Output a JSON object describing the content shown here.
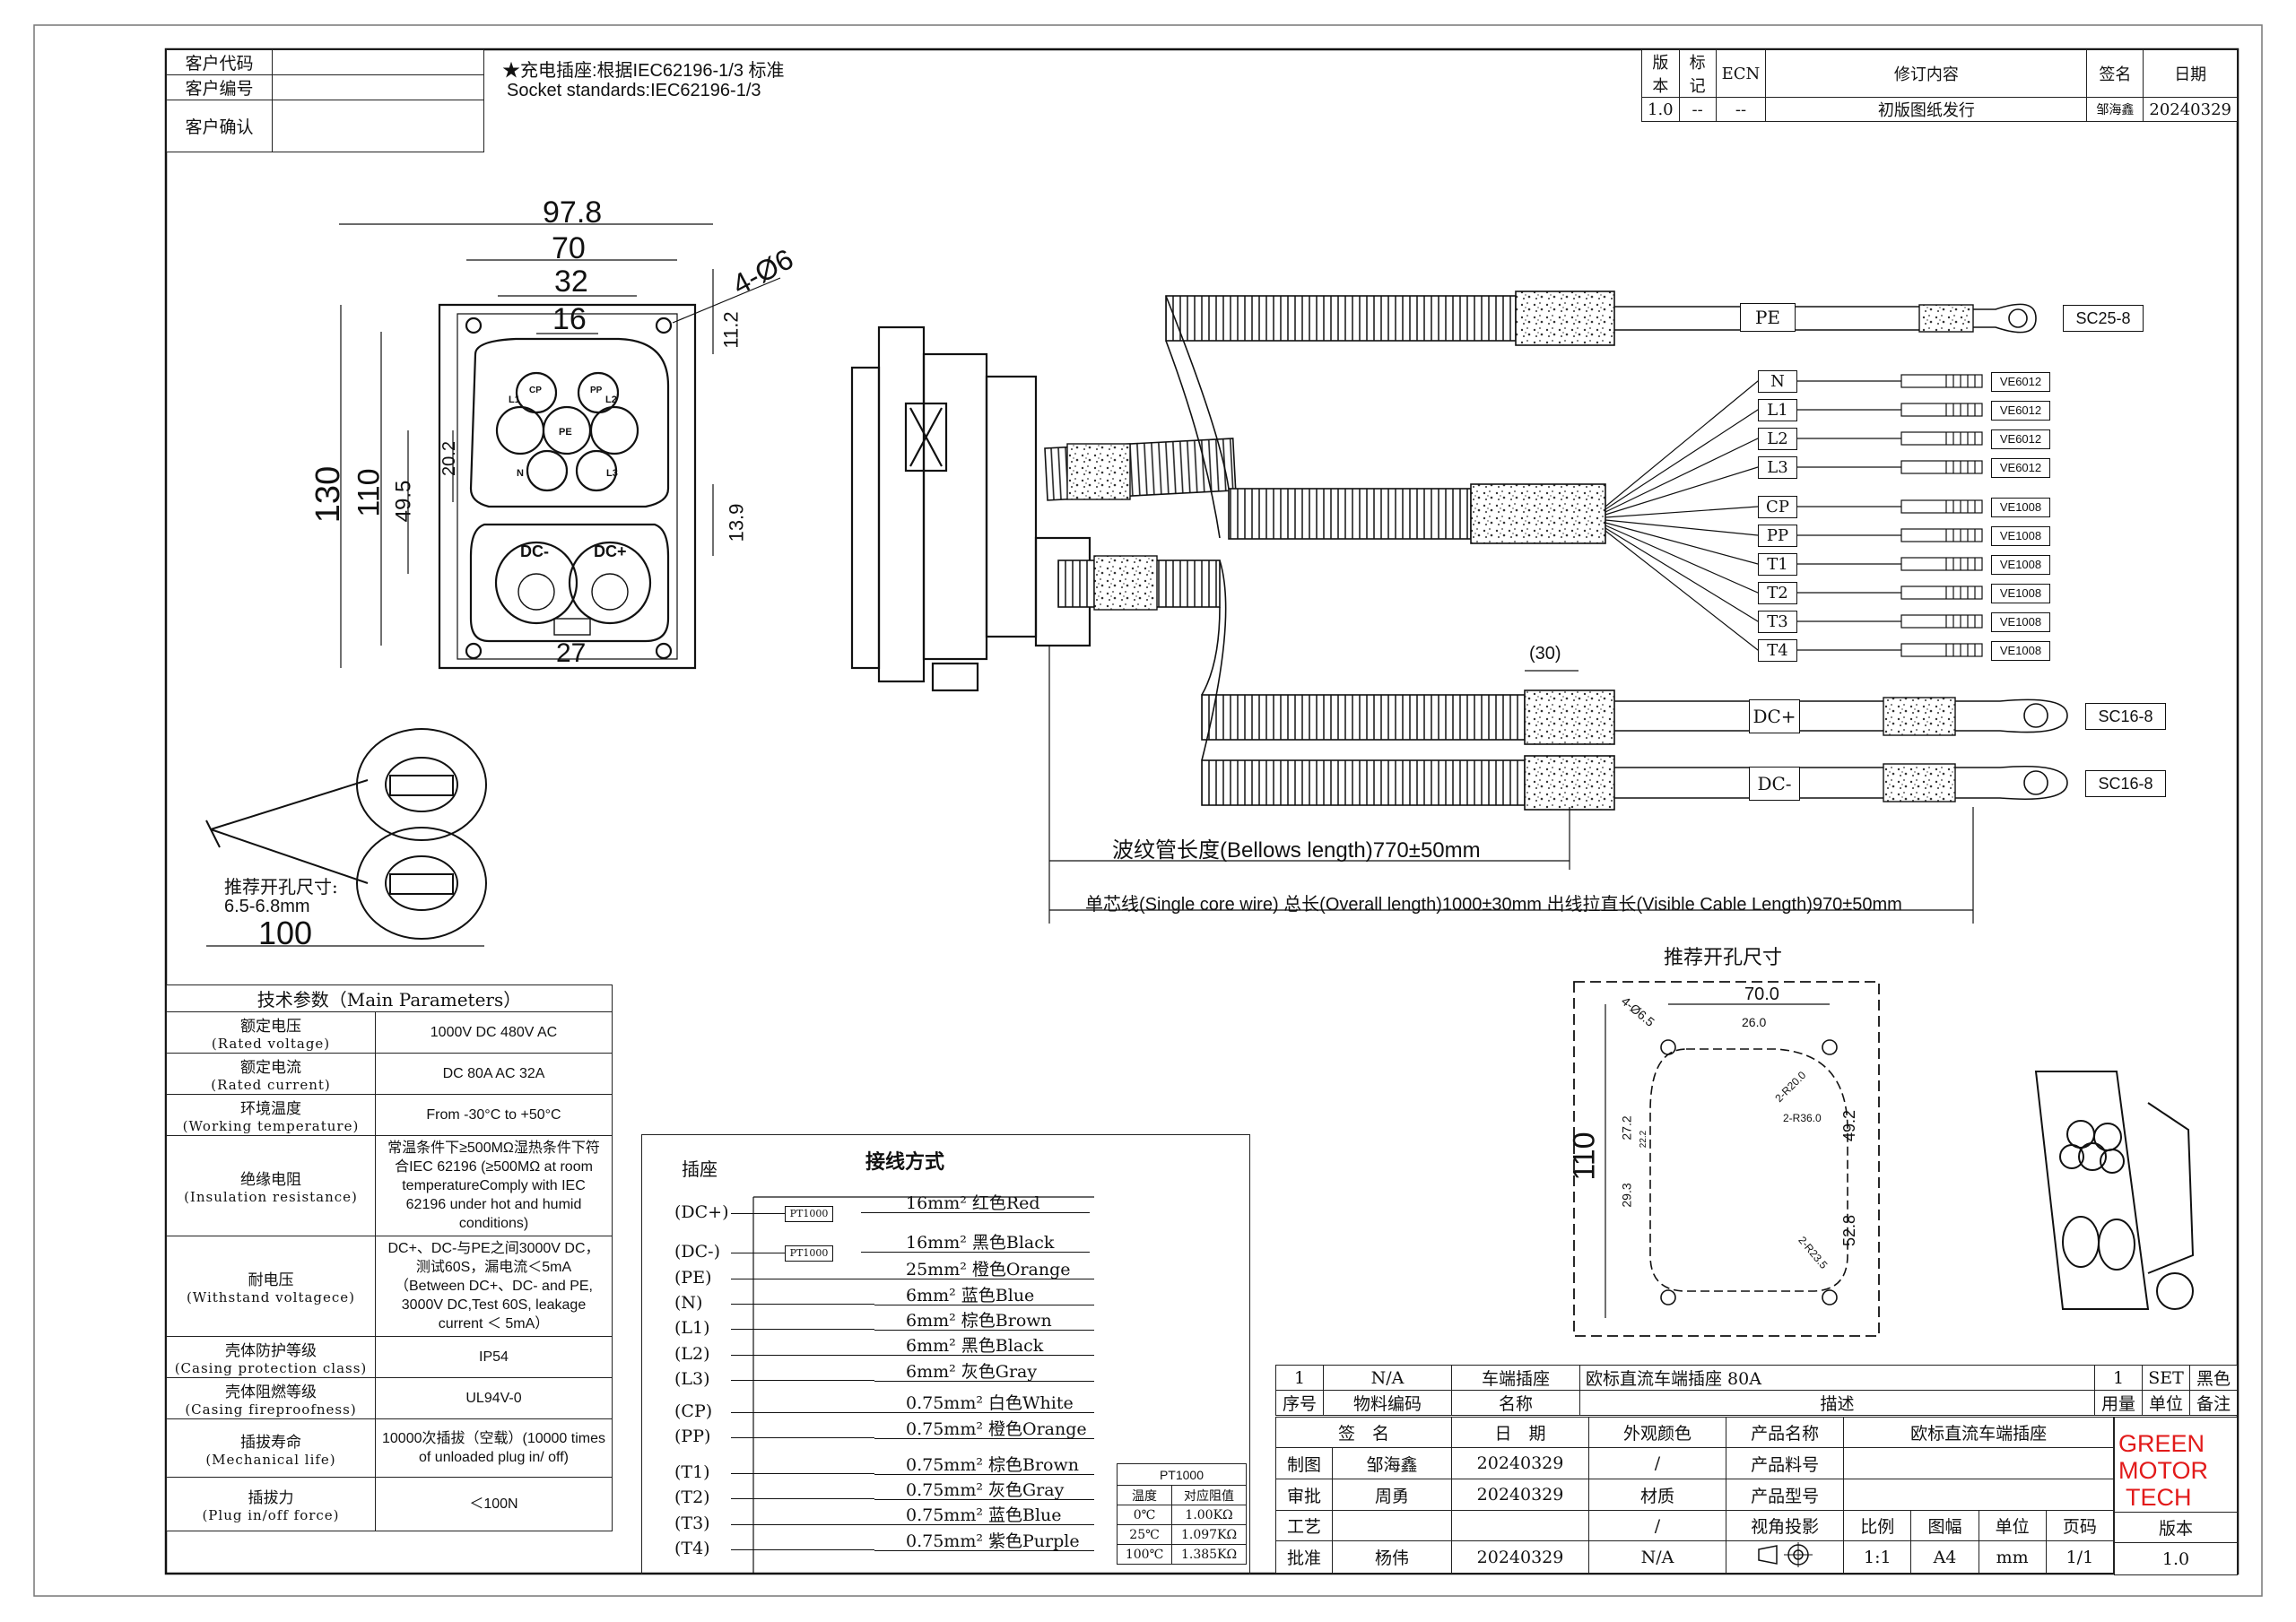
{
  "customer_box": {
    "code_label": "客户代码",
    "number_label": "客户编号",
    "confirm_label": "客户确认"
  },
  "standard_note": {
    "cn": "★充电插座:根据IEC62196-1/3 标准",
    "en": "Socket standards:IEC62196-1/3"
  },
  "revision": {
    "headers": [
      "版本",
      "标记",
      "ECN",
      "修订内容",
      "签名",
      "日期"
    ],
    "row": [
      "1.0",
      "--",
      "--",
      "初版图纸发行",
      "邹海鑫",
      "20240329"
    ]
  },
  "front_view": {
    "dims": [
      "97.8",
      "70",
      "32",
      "16",
      "4-Ø6",
      "11.2",
      "130",
      "110",
      "20.2",
      "49.5",
      "13.9",
      "27"
    ],
    "pins": [
      "L1",
      "L2",
      "L3",
      "N",
      "PE",
      "CP",
      "PP",
      "DC-",
      "DC+"
    ]
  },
  "cap_view": {
    "note_line1": "推荐开孔尺寸:",
    "note_line2": "6.5-6.8mm",
    "dim": "100"
  },
  "harness": {
    "pe": {
      "label": "PE",
      "terminal": "SC25-8"
    },
    "signal": [
      {
        "label": "N",
        "terminal": "VE6012"
      },
      {
        "label": "L1",
        "terminal": "VE6012"
      },
      {
        "label": "L2",
        "terminal": "VE6012"
      },
      {
        "label": "L3",
        "terminal": "VE6012"
      },
      {
        "label": "CP",
        "terminal": "VE1008"
      },
      {
        "label": "PP",
        "terminal": "VE1008"
      },
      {
        "label": "T1",
        "terminal": "VE1008"
      },
      {
        "label": "T2",
        "terminal": "VE1008"
      },
      {
        "label": "T3",
        "terminal": "VE1008"
      },
      {
        "label": "T4",
        "terminal": "VE1008"
      }
    ],
    "dc": [
      {
        "label": "DC+",
        "terminal": "SC16-8"
      },
      {
        "label": "DC-",
        "terminal": "SC16-8"
      }
    ],
    "strip_dim": "(30)",
    "bellows_length": "波纹管长度(Bellows length)770±50mm",
    "overall_length": "单芯线(Single core wire) 总长(Overall length)1000±30mm  出线拉直长(Visible Cable Length)970±50mm"
  },
  "cutout": {
    "title": "推荐开孔尺寸",
    "dims": [
      "70.0",
      "4-Ø6.5",
      "26.0",
      "2-R20.0",
      "2-R36.0",
      "49.2",
      "110",
      "27.2",
      "22.2",
      "29.3",
      "52.8",
      "2-R23.5"
    ]
  },
  "parameters": {
    "title": "技术参数（Main Parameters）",
    "rows": [
      {
        "cn": "额定电压",
        "en": "(Rated voltage)",
        "value": "1000V DC  480V AC"
      },
      {
        "cn": "额定电流",
        "en": "(Rated current)",
        "value": "DC 80A  AC 32A"
      },
      {
        "cn": "环境温度",
        "en": "(Working temperature)",
        "value": "From -30°C to +50°C"
      },
      {
        "cn": "绝缘电阻",
        "en": "(Insulation resistance)",
        "value": "常温条件下≥500MΩ湿热条件下符合IEC 62196   (≥500MΩ at room temperatureComply with IEC 62196 under hot and humid conditions)"
      },
      {
        "cn": "耐电压",
        "en": "(Withstand voltagece)",
        "value": "DC+、DC-与PE之间3000V DC，测试60S，漏电流＜5mA（Between DC+、DC- and PE, 3000V DC,Test 60S, leakage current ＜ 5mA）"
      },
      {
        "cn": "壳体防护等级",
        "en": "(Casing protection class)",
        "value": "IP54"
      },
      {
        "cn": "壳体阻燃等级",
        "en": "(Casing fireproofness)",
        "value": "UL94V-0"
      },
      {
        "cn": "插拔寿命",
        "en": "(Mechanical life)",
        "value": "10000次插拔（空载）(10000 times of unloaded plug in/ off)"
      },
      {
        "cn": "插拔力",
        "en": "(Plug in/off force)",
        "value": "＜100N"
      }
    ]
  },
  "wiring": {
    "socket_title": "插座",
    "title": "接线方式",
    "pins": [
      "(DC+)",
      "(DC-)",
      "(PE)",
      "(N)",
      "(L1)",
      "(L2)",
      "(L3)",
      "(CP)",
      "(PP)",
      "(T1)",
      "(T2)",
      "(T3)",
      "(T4)"
    ],
    "sensor": "PT1000",
    "wires": [
      "16mm² 红色Red",
      "16mm² 黑色Black",
      "25mm² 橙色Orange",
      "6mm² 蓝色Blue",
      "6mm² 棕色Brown",
      "6mm² 黑色Black",
      "6mm² 灰色Gray",
      "0.75mm² 白色White",
      "0.75mm² 橙色Orange",
      "0.75mm² 棕色Brown",
      "0.75mm² 灰色Gray",
      "0.75mm² 蓝色Blue",
      "0.75mm² 紫色Purple"
    ],
    "pt_table": {
      "title": "PT1000",
      "headers": [
        "温度",
        "对应阻值"
      ],
      "rows": [
        [
          "0℃",
          "1.00KΩ"
        ],
        [
          "25℃",
          "1.097KΩ"
        ],
        [
          "100℃",
          "1.385KΩ"
        ]
      ]
    }
  },
  "title_block": {
    "row1": [
      "1",
      "N/A",
      "车端插座",
      "欧标直流车端插座 80A",
      "1",
      "SET",
      "黑色"
    ],
    "row2": [
      "序号",
      "物料编码",
      "名称",
      "描述",
      "用量",
      "单位",
      "备注"
    ],
    "sign_headers": [
      "签　名",
      "日　期",
      "外观颜色",
      "产品名称",
      "欧标直流车端插座"
    ],
    "draw": [
      "制图",
      "邹海鑫",
      "20240329",
      "/",
      "产品料号"
    ],
    "review": [
      "审批",
      "周勇",
      "20240329",
      "材质",
      "产品型号"
    ],
    "process": [
      "工艺",
      "/",
      "视角投影",
      "比例",
      "图幅",
      "单位",
      "页码",
      "版本"
    ],
    "approve": [
      "批准",
      "杨伟",
      "20240329",
      "N/A",
      "1:1",
      "A4",
      "mm",
      "1/1",
      "1.0"
    ],
    "brand": [
      "GREEN",
      "MOTOR",
      "TECH"
    ],
    "brand_color": "#e21a1a"
  }
}
